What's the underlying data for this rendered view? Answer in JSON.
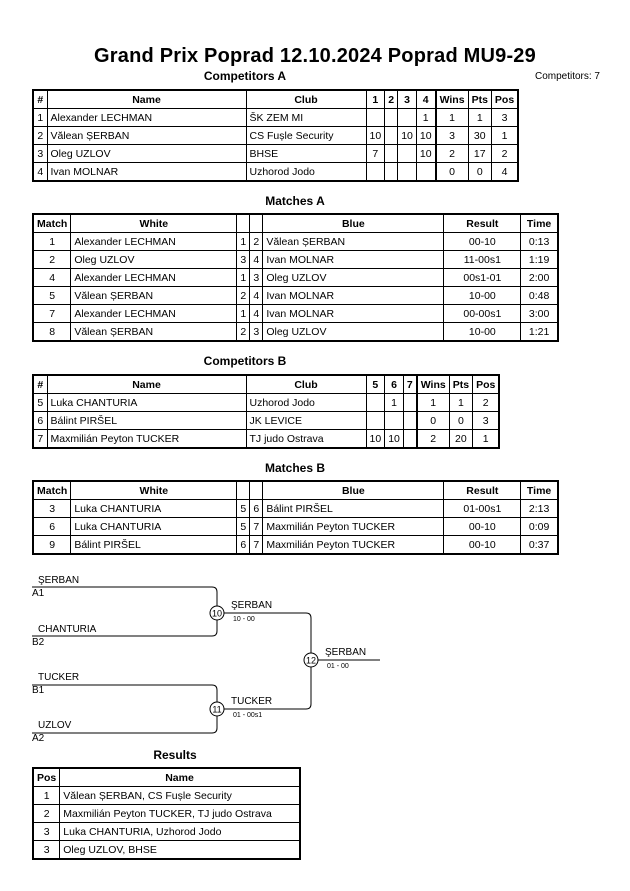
{
  "header": {
    "title": "Grand Prix Poprad  12.10.2024  Poprad   MU9-29",
    "section_competitors_a": "Competitors A",
    "competitors_count": "Competitors: 7"
  },
  "competitors_a": {
    "headers": [
      "#",
      "Name",
      "Club",
      "1",
      "2",
      "3",
      "4",
      "Wins",
      "Pts",
      "Pos"
    ],
    "rows": [
      [
        "1",
        "Alexander LECHMAN",
        "ŠK ZEM MI",
        "",
        "",
        "",
        "1",
        "1",
        "1",
        "3"
      ],
      [
        "2",
        "Vălean ȘERBAN",
        "CS Fușle Security",
        "10",
        "",
        "10",
        "10",
        "3",
        "30",
        "1"
      ],
      [
        "3",
        "Oleg UZLOV",
        "BHSE",
        "7",
        "",
        "",
        "10",
        "2",
        "17",
        "2"
      ],
      [
        "4",
        "Ivan MOLNAR",
        "Uzhorod Jodo",
        "",
        "",
        "",
        "",
        "0",
        "0",
        "4"
      ]
    ]
  },
  "matches_a": {
    "title": "Matches A",
    "headers": [
      "Match",
      "White",
      "",
      "",
      "Blue",
      "Result",
      "Time"
    ],
    "rows": [
      [
        "1",
        "Alexander LECHMAN",
        "1",
        "2",
        "Vălean ȘERBAN",
        "00-10",
        "0:13"
      ],
      [
        "2",
        "Oleg UZLOV",
        "3",
        "4",
        "Ivan MOLNAR",
        "11-00s1",
        "1:19"
      ],
      [
        "4",
        "Alexander LECHMAN",
        "1",
        "3",
        "Oleg UZLOV",
        "00s1-01",
        "2:00"
      ],
      [
        "5",
        "Vălean ȘERBAN",
        "2",
        "4",
        "Ivan MOLNAR",
        "10-00",
        "0:48"
      ],
      [
        "7",
        "Alexander LECHMAN",
        "1",
        "4",
        "Ivan MOLNAR",
        "00-00s1",
        "3:00"
      ],
      [
        "8",
        "Vălean ȘERBAN",
        "2",
        "3",
        "Oleg UZLOV",
        "10-00",
        "1:21"
      ]
    ]
  },
  "competitors_b": {
    "title": "Competitors B",
    "headers": [
      "#",
      "Name",
      "Club",
      "5",
      "6",
      "7",
      "Wins",
      "Pts",
      "Pos"
    ],
    "rows": [
      [
        "5",
        "Luka CHANTURIA",
        "Uzhorod Jodo",
        "",
        "1",
        "",
        "1",
        "1",
        "2"
      ],
      [
        "6",
        "Bálint PIRŠEL",
        "JK LEVICE",
        "",
        "",
        "",
        "0",
        "0",
        "3"
      ],
      [
        "7",
        "Maxmilián Peyton TUCKER",
        "TJ judo Ostrava",
        "10",
        "10",
        "",
        "2",
        "20",
        "1"
      ]
    ]
  },
  "matches_b": {
    "title": "Matches B",
    "headers": [
      "Match",
      "White",
      "",
      "",
      "Blue",
      "Result",
      "Time"
    ],
    "rows": [
      [
        "3",
        "Luka CHANTURIA",
        "5",
        "6",
        "Bálint PIRŠEL",
        "01-00s1",
        "2:13"
      ],
      [
        "6",
        "Luka CHANTURIA",
        "5",
        "7",
        "Maxmilián Peyton TUCKER",
        "00-10",
        "0:09"
      ],
      [
        "9",
        "Bálint PIRŠEL",
        "6",
        "7",
        "Maxmilián Peyton TUCKER",
        "00-10",
        "0:37"
      ]
    ]
  },
  "bracket": {
    "entries": [
      {
        "name": "ŞERBAN",
        "seed": "A1"
      },
      {
        "name": "CHANTURIA",
        "seed": "B2"
      },
      {
        "name": "TUCKER",
        "seed": "B1"
      },
      {
        "name": "UZLOV",
        "seed": "A2"
      }
    ],
    "semis": [
      {
        "match": "10",
        "winner": "ŞERBAN",
        "score": "10 - 00"
      },
      {
        "match": "11",
        "winner": "TUCKER",
        "score": "01 - 00s1"
      }
    ],
    "final": {
      "match": "12",
      "winner": "ŞERBAN",
      "score": "01 - 00"
    }
  },
  "results": {
    "title": "Results",
    "headers": [
      "Pos",
      "Name"
    ],
    "rows": [
      [
        "1",
        "Vălean ȘERBAN, CS Fușle Security"
      ],
      [
        "2",
        "Maxmilián Peyton TUCKER, TJ judo Ostrava"
      ],
      [
        "3",
        "Luka CHANTURIA, Uzhorod Jodo"
      ],
      [
        "3",
        "Oleg UZLOV, BHSE"
      ]
    ]
  }
}
